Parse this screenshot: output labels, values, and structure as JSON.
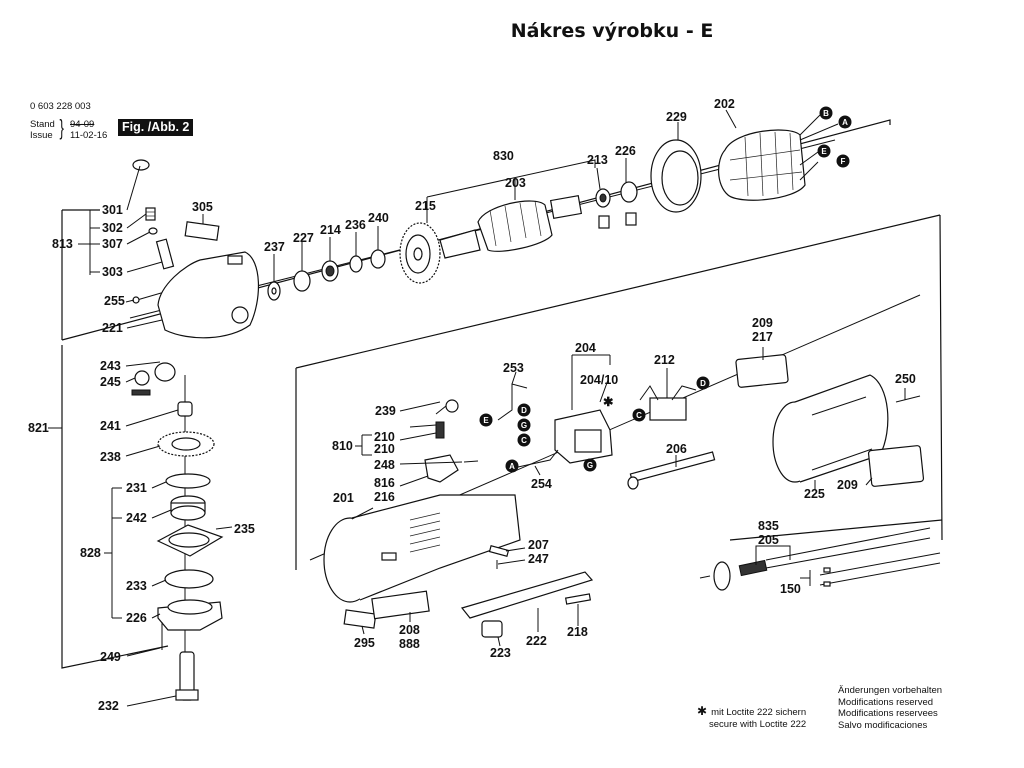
{
  "page": {
    "title": "Nákres výrobku - E"
  },
  "header": {
    "doc_number": "0 603 228 003",
    "stand_label": "Stand",
    "issue_label": "Issue",
    "stand_value": "94-09",
    "issue_value": "11-02-16",
    "figure_badge": "Fig. /Abb. 2"
  },
  "connectors": [
    "A",
    "B",
    "C",
    "D",
    "E",
    "F",
    "G"
  ],
  "parts": {
    "p301": "301",
    "p302": "302",
    "p307": "307",
    "p303": "303",
    "p813": "813",
    "p305": "305",
    "p255": "255",
    "p221": "221",
    "p237": "237",
    "p227": "227",
    "p214": "214",
    "p236": "236",
    "p240": "240",
    "p215": "215",
    "p830": "830",
    "p203": "203",
    "p213": "213",
    "p226a": "226",
    "p229": "229",
    "p202": "202",
    "p243": "243",
    "p245": "245",
    "p821": "821",
    "p241": "241",
    "p238": "238",
    "p231": "231",
    "p242": "242",
    "p828": "828",
    "p235": "235",
    "p233": "233",
    "p226b": "226",
    "p249": "249",
    "p232": "232",
    "p239": "239",
    "p253": "253",
    "p204": "204",
    "p204_10": "204/10",
    "p212": "212",
    "p209a": "209",
    "p217": "217",
    "p250": "250",
    "p810": "810",
    "p210a": "210",
    "p210b": "210",
    "p248": "248",
    "p816": "816",
    "p216": "216",
    "p254": "254",
    "p206": "206",
    "p225": "225",
    "p209b": "209",
    "p201": "201",
    "p207": "207",
    "p247": "247",
    "p835": "835",
    "p205": "205",
    "p150": "150",
    "p295": "295",
    "p208": "208",
    "p888": "888",
    "p222": "222",
    "p218": "218",
    "p223": "223"
  },
  "notes": {
    "loctite_symbol": "✱",
    "loctite_de": "mit Loctite 222 sichern",
    "loctite_en": "secure with Loctite 222",
    "modifications": [
      "Änderungen vorbehalten",
      "Modifications reserved",
      "Modifications reservees",
      "Salvo modificaciones"
    ]
  }
}
